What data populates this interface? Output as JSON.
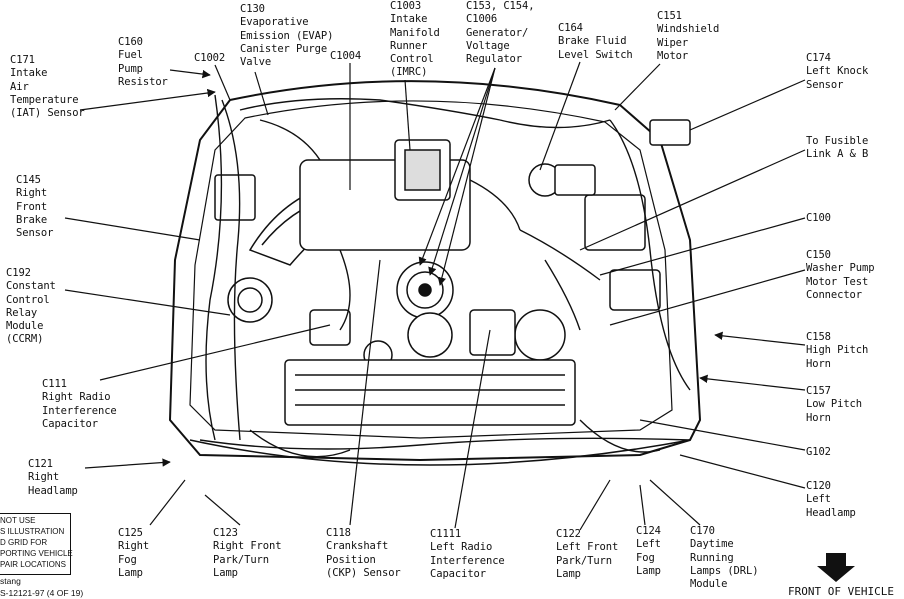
{
  "labels": {
    "c171": "C171\nIntake\nAir\nTemperature\n(IAT) Sensor",
    "c160": "C160\nFuel\nPump\nResistor",
    "c1002": "C1002",
    "c130": "C130\nEvaporative\nEmission (EVAP)\nCanister Purge\nValve",
    "c1004": "C1004",
    "c1003": "C1003\nIntake\nManifold\nRunner\nControl\n(IMRC)",
    "c153": "C153, C154,\nC1006\nGenerator/\nVoltage\nRegulator",
    "c164": "C164\nBrake Fluid\nLevel Switch",
    "c151": "C151\nWindshield\nWiper\nMotor",
    "c174": "C174\nLeft Knock\nSensor",
    "fusible": "To Fusible\nLink A & B",
    "c145": "C145\nRight\nFront\nBrake\nSensor",
    "c100": "C100",
    "c150": "C150\nWasher Pump\nMotor Test\nConnector",
    "c192": "C192\nConstant\nControl\nRelay\nModule\n(CCRM)",
    "c158": "C158\nHigh Pitch\nHorn",
    "c157": "C157\nLow Pitch\nHorn",
    "c111": "C111\nRight Radio\nInterference\nCapacitor",
    "g102": "G102",
    "c121": "C121\nRight\nHeadlamp",
    "c120": "C120\nLeft\nHeadlamp",
    "c125": "C125\nRight\nFog\nLamp",
    "c123": "C123\nRight Front\nPark/Turn\nLamp",
    "c118": "C118\nCrankshaft\nPosition\n(CKP) Sensor",
    "c1111": "C1111\nLeft Radio\nInterference\nCapacitor",
    "c122": "C122\nLeft Front\nPark/Turn\nLamp",
    "c124": "C124\nLeft\nFog\nLamp",
    "c170": "C170\nDaytime\nRunning\nLamps (DRL)\nModule"
  },
  "note": "NOT USE\nS ILLUSTRATION\nD GRID FOR\nPORTING VEHICLE\nPAIR LOCATIONS",
  "footer": {
    "model": "stang",
    "code": "S-12121-97 (4 OF 19)"
  },
  "front_label": "FRONT OF VEHICLE",
  "icons": {
    "front_arrow": "down-arrow-icon"
  },
  "colors": {
    "ink": "#111111",
    "paper": "#ffffff"
  }
}
